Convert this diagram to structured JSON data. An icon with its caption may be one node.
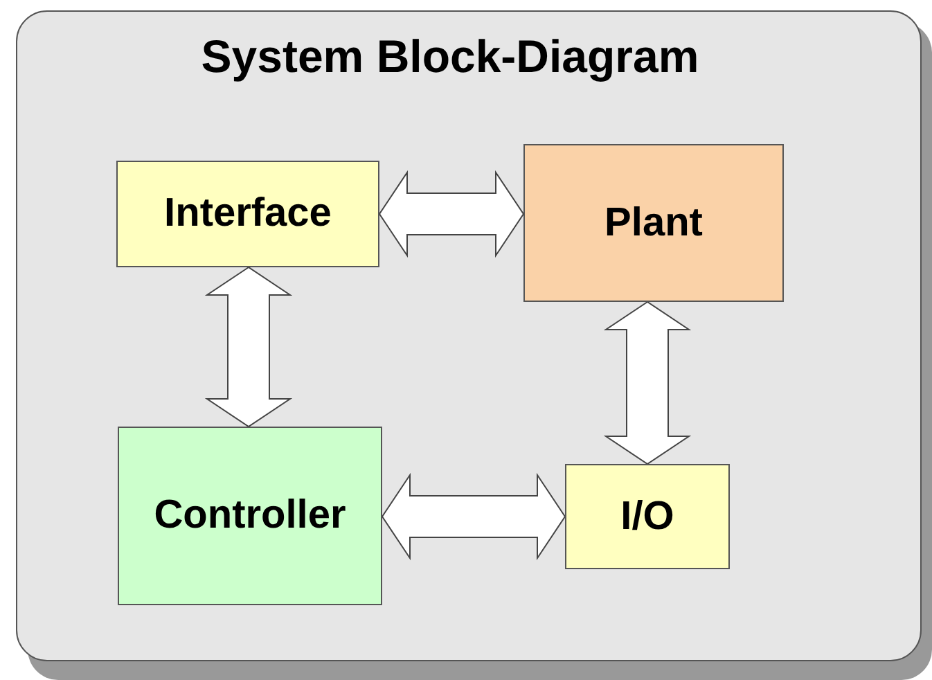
{
  "diagram": {
    "title": "System Block-Diagram",
    "nodes": [
      {
        "text": [
          "Interface"
        ]
      },
      {
        "text": [
          "Plant"
        ]
      },
      {
        "text": [
          "Controller"
        ]
      },
      {
        "text": [
          "I/O"
        ]
      }
    ],
    "edges": [
      {
        "from": 0,
        "to": 1,
        "arrow": "both"
      },
      {
        "from": 0,
        "to": 2,
        "arrow": "both"
      },
      {
        "from": 1,
        "to": 3,
        "arrow": "both"
      },
      {
        "from": 2,
        "to": 3,
        "arrow": "both"
      }
    ]
  }
}
